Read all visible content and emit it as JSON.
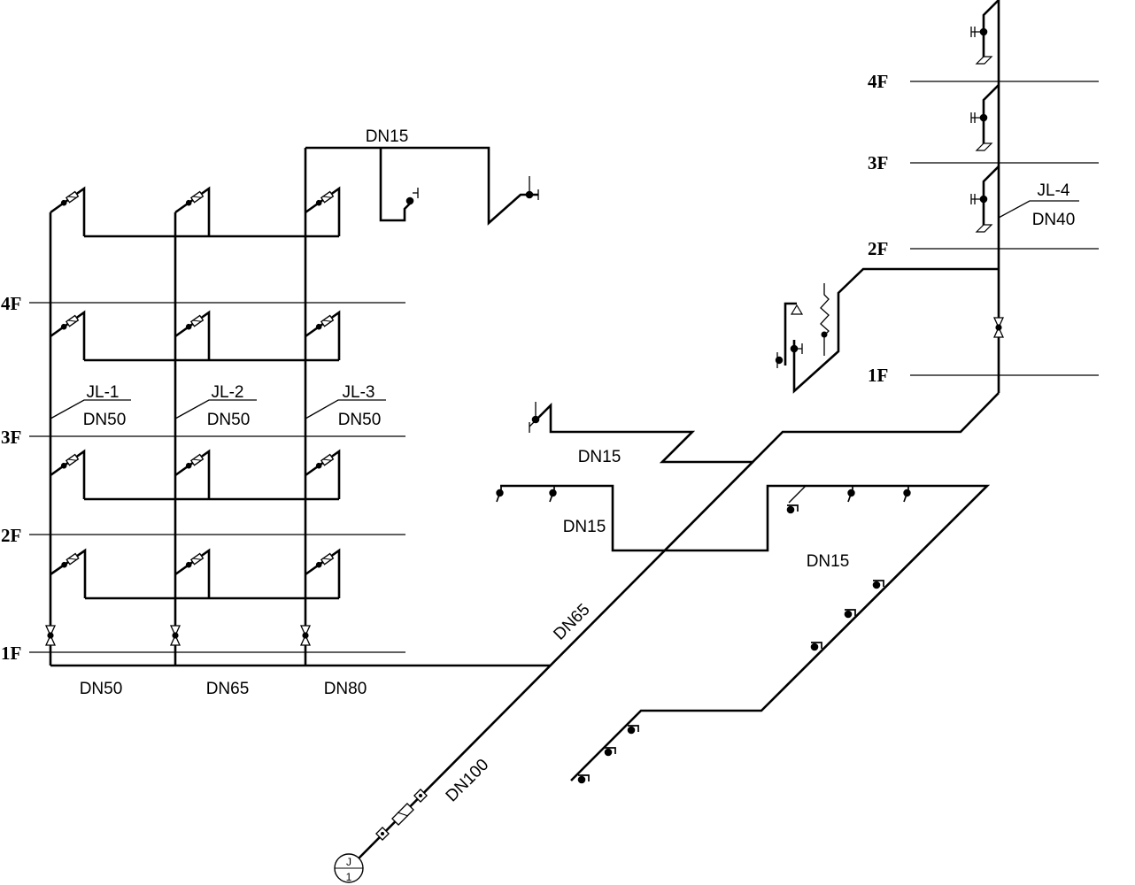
{
  "colors": {
    "ink": "#000000",
    "paper": "#ffffff"
  },
  "floors": {
    "left": [
      "4F",
      "3F",
      "2F",
      "1F"
    ],
    "right": [
      "4F",
      "3F",
      "2F",
      "1F"
    ]
  },
  "risers": [
    {
      "id": "JL-1",
      "size": "DN50"
    },
    {
      "id": "JL-2",
      "size": "DN50"
    },
    {
      "id": "JL-3",
      "size": "DN50"
    },
    {
      "id": "JL-4",
      "size": "DN40"
    }
  ],
  "header_sizes": [
    "DN50",
    "DN65",
    "DN80"
  ],
  "main_pipe": {
    "upper_size": "DN65",
    "lower_size": "DN100"
  },
  "branch_sizes": {
    "top": "DN15",
    "upper": "DN15",
    "middle": "DN15",
    "right": "DN15"
  },
  "inlet": {
    "letter": "J",
    "number": "1"
  }
}
